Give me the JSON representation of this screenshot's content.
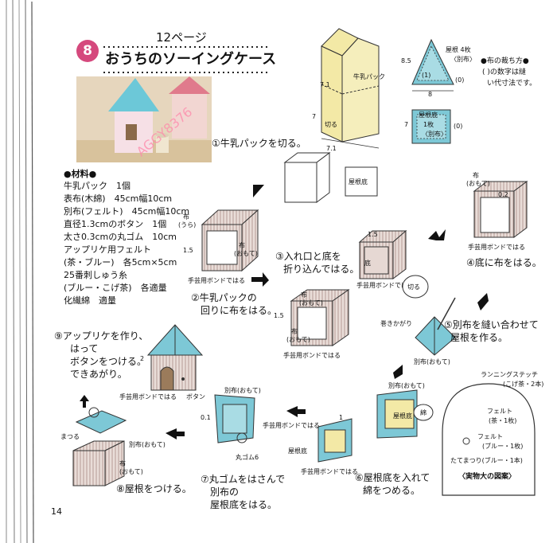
{
  "header": {
    "badge": "8",
    "page_ref": "12ページ",
    "title": "おうちのソーイングケース"
  },
  "watermark": "AGGY8376",
  "materials": {
    "heading": "●材料●",
    "items": [
      "牛乳パック　1個",
      "表布(木綿)　45cm幅10cm",
      "別布(フェルト)　45cm幅10cm",
      "直径1.3cmのボタン　1個",
      "太さ0.3cmの丸ゴム　10cm",
      "アップリケ用フェルト",
      "(茶・ブルー)　各5cm×5cm",
      "25番刺しゅう糸",
      "(ブルー・こげ茶)　各適量",
      "化繊綿　適量"
    ]
  },
  "top_right": {
    "roof_label": "屋根 4枚",
    "roof_sub": "〈別布〉",
    "roof_h": "8.5",
    "roof_w": "8",
    "base_label": "屋根底",
    "base_count": "1枚",
    "base_sub": "〈別布〉",
    "base_dim": "7",
    "circle_1": "(1)",
    "circle_0": "(0)",
    "circle_0b": "(0)",
    "note": [
      "●布の裁ち方●",
      "( )の数字は縫",
      "い代寸法です。"
    ]
  },
  "carton": {
    "label": "牛乳パック",
    "cut": "切る",
    "d71": "7.1",
    "d7": "7",
    "base_label": "屋根底"
  },
  "steps": {
    "s1": "①牛乳パックを切る。",
    "s2": [
      "②牛乳パックの",
      "回りに布をはる。"
    ],
    "s3": [
      "③入れ口と底を",
      "折り込んではる。"
    ],
    "s4": "④底に布をはる。",
    "s5": [
      "⑤別布を縫い合わせて",
      "屋根を作る。"
    ],
    "s6": [
      "⑥屋根底を入れて",
      "綿をつめる。"
    ],
    "s7": [
      "⑦丸ゴムをはさんで",
      "別布の",
      "屋根底をはる。"
    ],
    "s8": "⑧屋根をつける。",
    "s9": [
      "⑨アップリケを作り、",
      "はって",
      "ボタンをつける。",
      "できあがり。"
    ]
  },
  "labels": {
    "cloth_back": "布",
    "cloth_back2": "(うら)",
    "cloth_front": "布",
    "cloth_front2": "(おもて)",
    "bond": "手芸用ボンドではる",
    "d15": "1.5",
    "d02": "0.2",
    "d01": "0.1",
    "d1": "1",
    "base": "底",
    "cut": "切る",
    "makikagari": "巻きかがり",
    "betsununo": "別布(おもて)",
    "yanezoko": "屋根底",
    "wata": "綿",
    "gom": "丸ゴム6",
    "button": "ボタン",
    "matsuru": "まつる",
    "num2": "2"
  },
  "pattern": {
    "running": "ランニングステッチ",
    "running_sub": "(こげ茶・2本)",
    "felt1": "フェルト",
    "felt1_sub": "(茶・1枚)",
    "felt2": "フェルト",
    "felt2_sub": "(ブルー・1枚)",
    "tatematsuri": "たてまつり(ブルー・1本)",
    "caption": "〈実物大の図案〉"
  },
  "page_number": "14"
}
